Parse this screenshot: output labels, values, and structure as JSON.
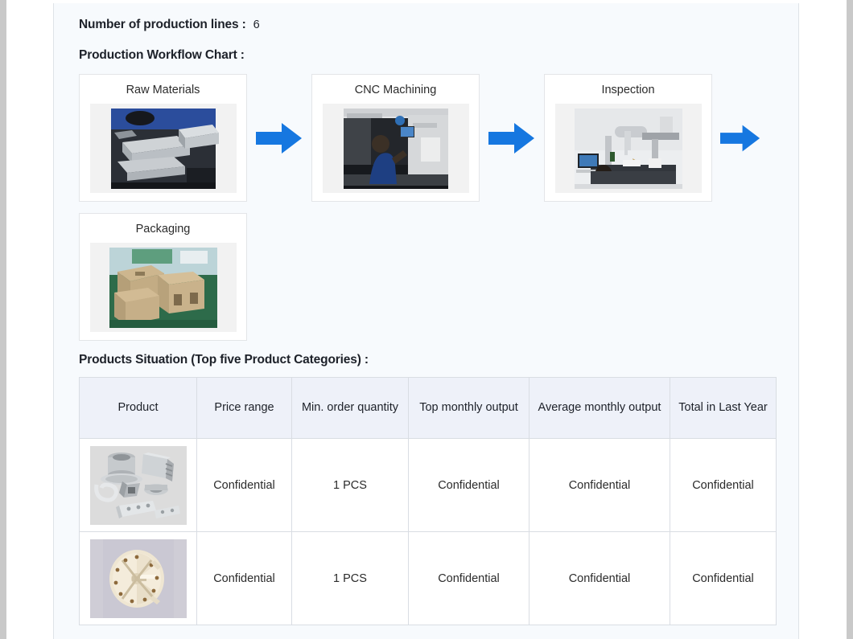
{
  "theme": {
    "panel_bg": "#f7fafd",
    "panel_border": "#dfe3e8",
    "card_bg": "#ffffff",
    "card_border": "#e3e5e8",
    "arrow_color": "#1677e0",
    "table_header_bg": "#eef1f9",
    "table_border": "#d9dde3",
    "text_color": "#1d2129"
  },
  "production_lines": {
    "label": "Number of production lines :",
    "value": "6"
  },
  "workflow": {
    "heading": "Production Workflow Chart :",
    "arrow_icon": "arrow-right-icon",
    "steps": [
      {
        "title": "Raw Materials",
        "image_name": "raw-materials-photo",
        "arrow_after": true
      },
      {
        "title": "CNC Machining",
        "image_name": "cnc-machining-photo",
        "arrow_after": true
      },
      {
        "title": "Inspection",
        "image_name": "inspection-photo",
        "arrow_after": true
      },
      {
        "title": "Packaging",
        "image_name": "packaging-photo",
        "arrow_after": false
      }
    ]
  },
  "products": {
    "heading": "Products Situation (Top five Product Categories) :",
    "columns": [
      "Product",
      "Price range",
      "Min. order quantity",
      "Top monthly output",
      "Average monthly output",
      "Total in Last Year"
    ],
    "rows": [
      {
        "image_name": "metal-machined-parts-photo",
        "price_range": "Confidential",
        "min_order_quantity": "1 PCS",
        "top_monthly_output": "Confidential",
        "average_monthly_output": "Confidential",
        "total_last_year": "Confidential"
      },
      {
        "image_name": "plastic-rotor-wheel-photo",
        "price_range": "Confidential",
        "min_order_quantity": "1 PCS",
        "top_monthly_output": "Confidential",
        "average_monthly_output": "Confidential",
        "total_last_year": "Confidential"
      }
    ]
  },
  "bottom_partial": {
    "text": ""
  }
}
